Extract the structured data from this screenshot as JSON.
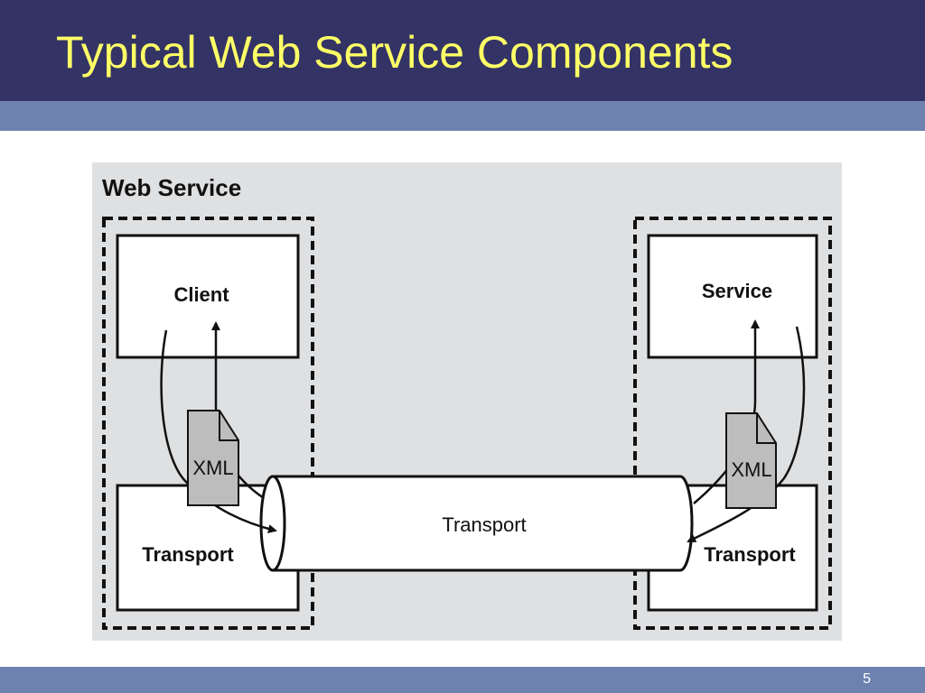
{
  "slide": {
    "title": "Typical Web Service Components",
    "page_number": "5"
  },
  "diagram": {
    "heading": "Web Service",
    "client_label": "Client",
    "service_label": "Service",
    "left_transport_label": "Transport",
    "right_transport_label": "Transport",
    "pipe_label": "Transport",
    "left_document_label": "XML",
    "right_document_label": "XML"
  },
  "colors": {
    "title_bar": "#333366",
    "title_text": "#ffff66",
    "accent_band": "#6e82b0",
    "diagram_background": "#dfe0e2",
    "document_fill": "#bdbdbd"
  }
}
